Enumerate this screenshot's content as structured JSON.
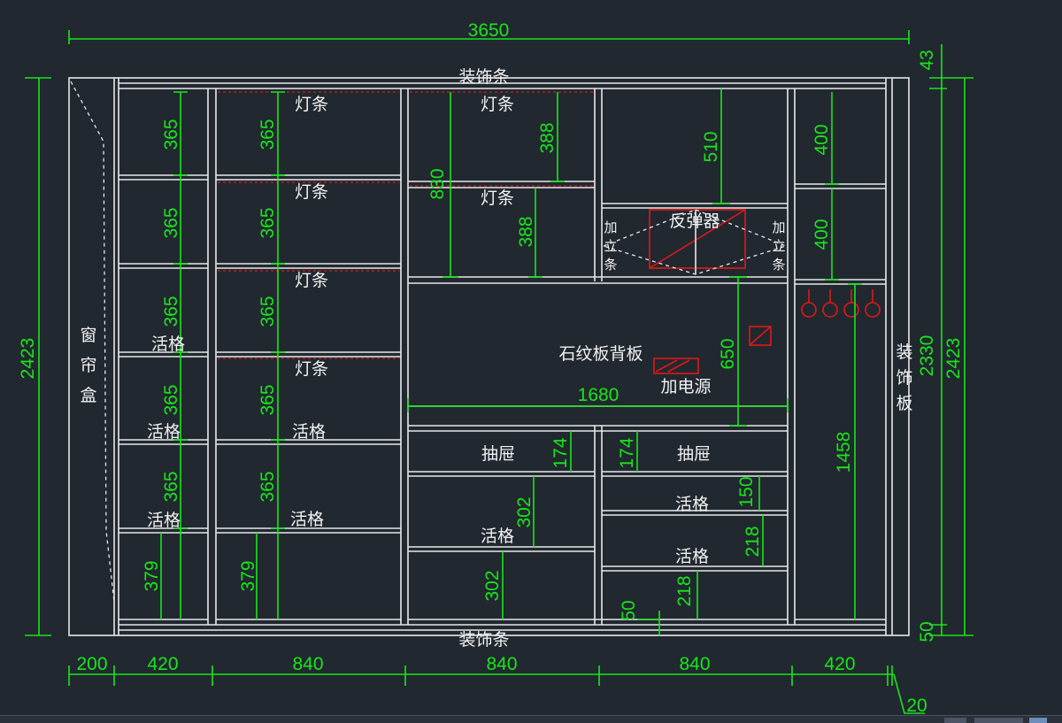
{
  "labels": {
    "trim_top": "装饰条",
    "trim_bottom": "装饰条",
    "curtain_box": [
      "窗",
      "帘",
      "盒"
    ],
    "light_strip": "灯条",
    "adjustable_shelf": "活格",
    "drawer": "抽屉",
    "rebounder": "反弹器",
    "vertical_strip": [
      "加",
      "立",
      "条"
    ],
    "stone_back_panel": "石纹板背板",
    "power_outlet": "加电源",
    "trim_panel": [
      "装",
      "饰",
      "板"
    ]
  },
  "dims": {
    "total_width": "3650",
    "total_height": "2423",
    "top_gap": "43",
    "inner_height": "2330",
    "bottom_gap": "50",
    "bottom_row": [
      "200",
      "420",
      "840",
      "840",
      "840",
      "420"
    ],
    "end_gap": "20",
    "shelf_365": "365",
    "shelf_379": "379",
    "d830": "830",
    "d388": "388",
    "d174": "174",
    "d302": "302",
    "d510": "510",
    "d650": "650",
    "d150": "150",
    "d218": "218",
    "d50": "50",
    "d400": "400",
    "d1458": "1458",
    "d1680": "1680"
  }
}
